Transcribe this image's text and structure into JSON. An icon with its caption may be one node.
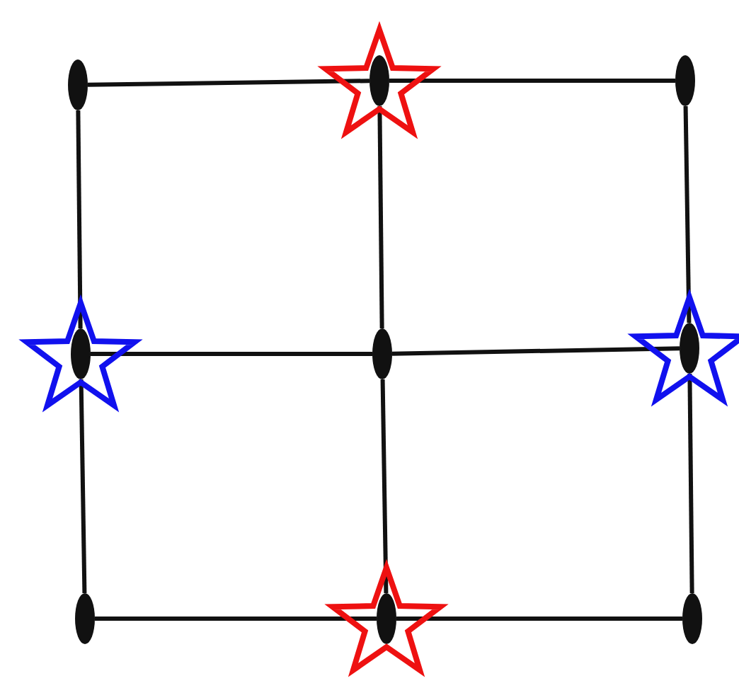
{
  "diagram": {
    "nodes": [
      {
        "text": [],
        "shape": "ellipse"
      },
      {
        "text": [],
        "shape": "ellipse"
      },
      {
        "text": [],
        "shape": "ellipse"
      },
      {
        "text": [],
        "shape": "ellipse"
      },
      {
        "text": [],
        "shape": "ellipse"
      },
      {
        "text": [],
        "shape": "ellipse"
      },
      {
        "text": [],
        "shape": "ellipse"
      },
      {
        "text": [],
        "shape": "ellipse"
      },
      {
        "text": [],
        "shape": "ellipse"
      }
    ],
    "edges": [
      {
        "from": 0,
        "to": 1,
        "arrow": "none"
      },
      {
        "from": 1,
        "to": 2,
        "arrow": "none"
      },
      {
        "from": 0,
        "to": 3,
        "arrow": "none"
      },
      {
        "from": 1,
        "to": 4,
        "arrow": "none"
      },
      {
        "from": 2,
        "to": 5,
        "arrow": "none"
      },
      {
        "from": 3,
        "to": 4,
        "arrow": "none"
      },
      {
        "from": 4,
        "to": 5,
        "arrow": "none"
      },
      {
        "from": 3,
        "to": 6,
        "arrow": "none"
      },
      {
        "from": 4,
        "to": 7,
        "arrow": "none"
      },
      {
        "from": 5,
        "to": 8,
        "arrow": "none"
      },
      {
        "from": 6,
        "to": 7,
        "arrow": "none"
      },
      {
        "from": 7,
        "to": 8,
        "arrow": "none"
      }
    ]
  }
}
